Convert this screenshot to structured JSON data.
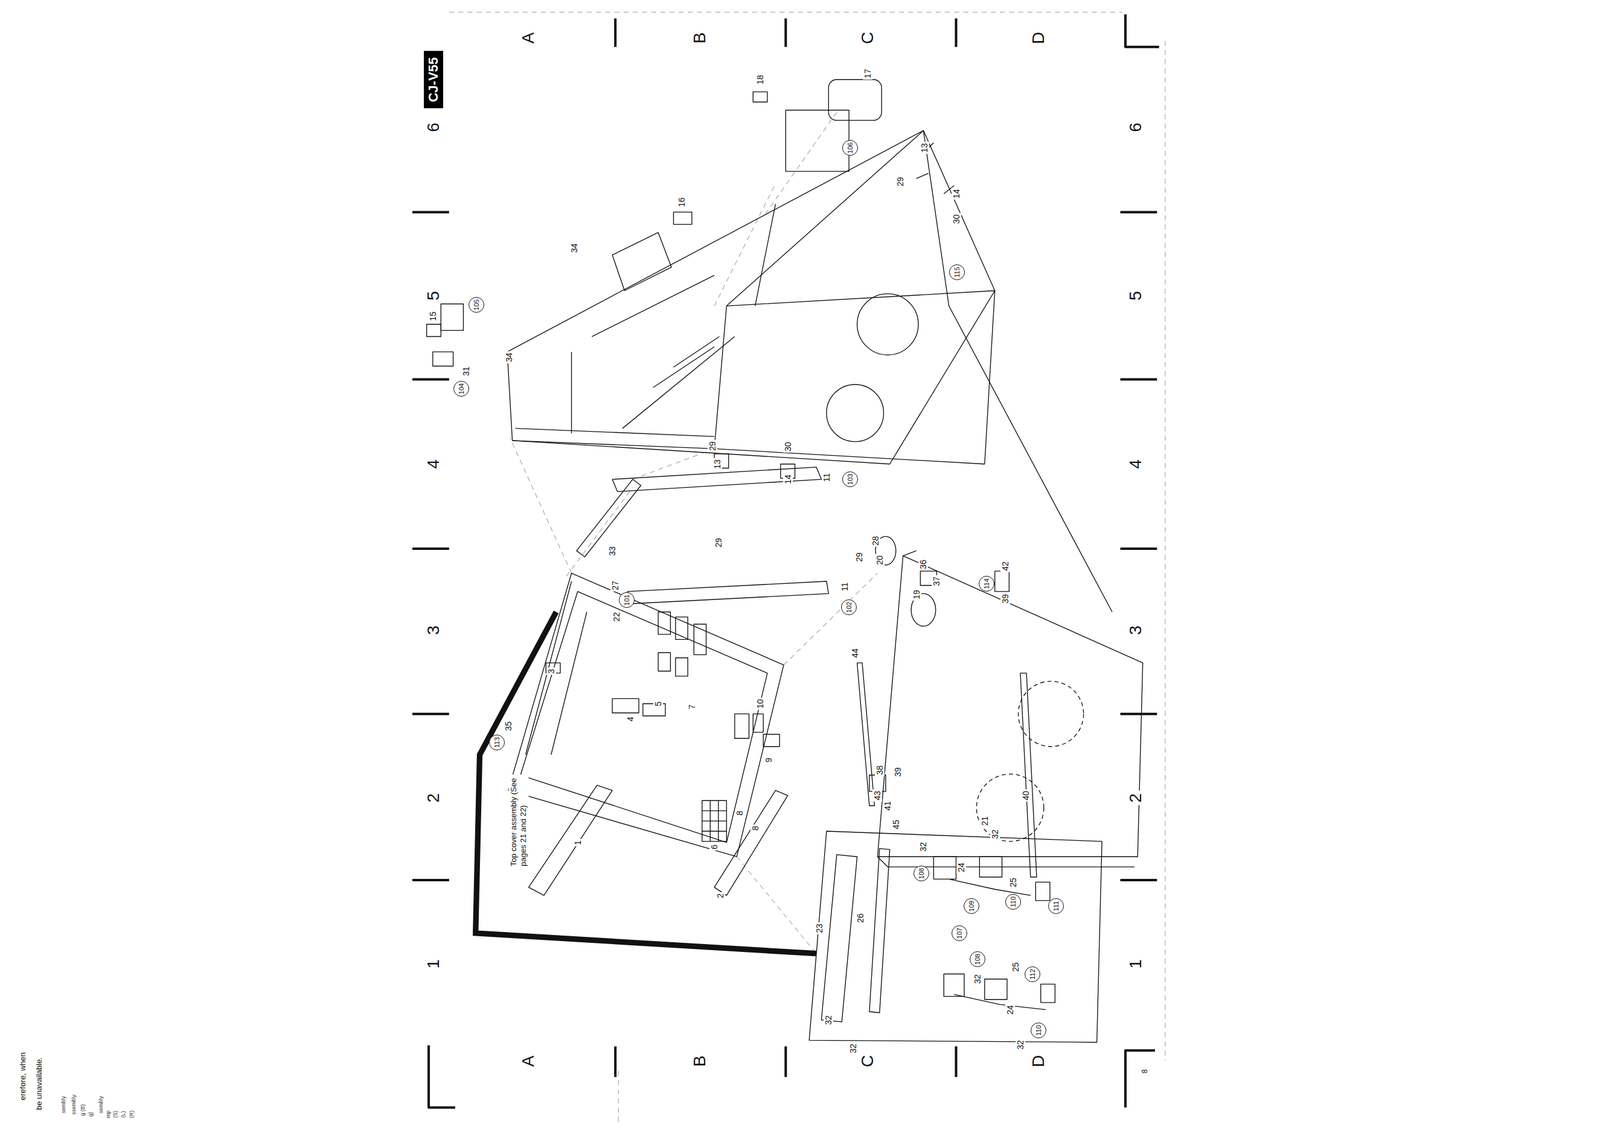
{
  "diagram": {
    "labels": [
      "CJ-V55",
      "A",
      "B",
      "C",
      "D",
      "6",
      "5",
      "4",
      "3",
      "2",
      "1",
      "6",
      "5",
      "4",
      "3",
      "2",
      "1",
      "A",
      "B",
      "C",
      "D",
      "8",
      "erefore, when",
      "be unavailable.",
      "sembly",
      "ssembly",
      "g (B)",
      "g)",
      "sembly",
      "mp",
      "(S)",
      "(L)",
      "(R)",
      "Top cover assembly (See pages 21 and 22)",
      "1",
      "2",
      "3",
      "4",
      "5",
      "6",
      "7",
      "8",
      "8",
      "9",
      "10",
      "22",
      "27",
      "101",
      "113",
      "35",
      "33",
      "13",
      "29",
      "14",
      "30",
      "11",
      "103",
      "29",
      "11",
      "102",
      "34",
      "34",
      "104",
      "31",
      "15",
      "105",
      "16",
      "18",
      "17",
      "106",
      "115",
      "13",
      "29",
      "14",
      "30",
      "28",
      "29",
      "20",
      "36",
      "37",
      "19",
      "114",
      "39",
      "42",
      "44",
      "43",
      "38",
      "39",
      "41",
      "45",
      "21",
      "40",
      "23",
      "26",
      "32",
      "108",
      "24",
      "32",
      "109",
      "25",
      "110",
      "111",
      "107",
      "108",
      "32",
      "25",
      "112",
      "24",
      "110",
      "32",
      "32",
      "32"
    ]
  }
}
